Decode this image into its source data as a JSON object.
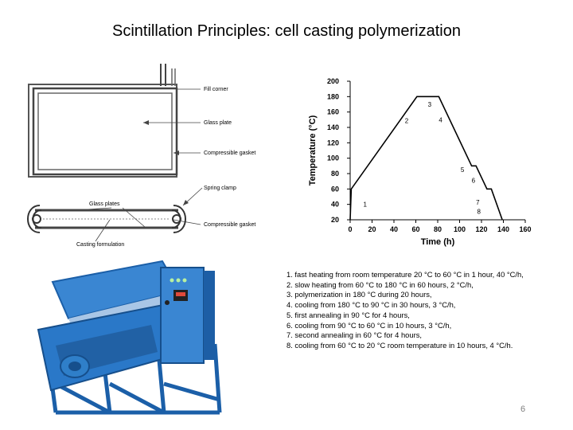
{
  "slide": {
    "title": "Scintillation Principles: cell casting polymerization",
    "page_number": "6"
  },
  "diagram": {
    "labels": {
      "fill_corner": "Fill corner",
      "glass_plate": "Glass plate",
      "compressible_gasket_top": "Compressible gasket",
      "spring_clamp": "Spring clamp",
      "glass_plates": "Glass plates",
      "compressible_gasket_bottom": "Compressible gasket",
      "casting_formulation": "Casting formulation"
    }
  },
  "chart_data": {
    "type": "line",
    "xlabel": "Time (h)",
    "ylabel": "Temperature (°C)",
    "xlim": [
      0,
      160
    ],
    "ylim": [
      20,
      200
    ],
    "xticks": [
      0,
      20,
      40,
      60,
      80,
      100,
      120,
      140,
      160
    ],
    "yticks": [
      20,
      40,
      60,
      80,
      100,
      120,
      140,
      160,
      180,
      200
    ],
    "series": [
      {
        "x": [
          0,
          1,
          61,
          81,
          111,
          115,
          125,
          129,
          139
        ],
        "y": [
          20,
          60,
          180,
          180,
          90,
          90,
          60,
          60,
          20
        ]
      }
    ],
    "annotations": [
      {
        "text": "1",
        "x": 12,
        "y": 40
      },
      {
        "text": "2",
        "x": 50,
        "y": 149
      },
      {
        "text": "3",
        "x": 71,
        "y": 170
      },
      {
        "text": "4",
        "x": 81,
        "y": 150
      },
      {
        "text": "5",
        "x": 101,
        "y": 85
      },
      {
        "text": "6",
        "x": 111,
        "y": 71
      },
      {
        "text": "7",
        "x": 115,
        "y": 43
      },
      {
        "text": "8",
        "x": 116,
        "y": 31
      }
    ],
    "grid": false
  },
  "steps": [
    "1. fast heating from room temperature 20 °C to 60 °C in 1 hour, 40 °C/h,",
    "2. slow heating from 60 °C to 180 °C in 60 hours, 2 °C/h,",
    "3. polymerization in 180 °C during 20 hours,",
    "4. cooling from 180 °C to 90 °C in 30 hours, 3 °C/h,",
    "5. first annealing in 90 °C for 4 hours,",
    "6. cooling from 90 °C to 60 °C in 10 hours, 3 °C/h,",
    "7. second annealing in 60 °C for 4 hours,",
    "8. cooling from 60 °C to 20 °C room temperature in 10 hours, 4 °C/h."
  ],
  "colors": {
    "machine_blue": "#2a78c8",
    "page_number": "#7f7f7f"
  }
}
